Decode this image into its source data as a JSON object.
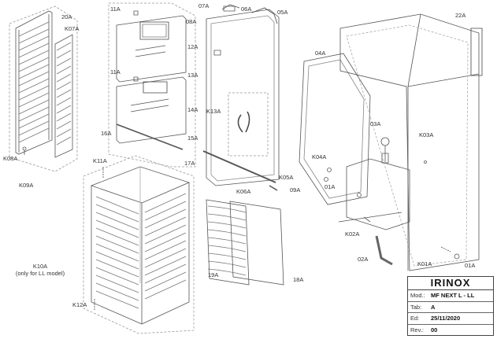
{
  "labels": [
    {
      "id": "20A",
      "text": "20A"
    },
    {
      "id": "K07A",
      "text": "K07A"
    },
    {
      "id": "K08A",
      "text": "K08A"
    },
    {
      "id": "K09A",
      "text": "K09A"
    },
    {
      "id": "11A_top",
      "text": "11A"
    },
    {
      "id": "08A",
      "text": "08A"
    },
    {
      "id": "12A",
      "text": "12A"
    },
    {
      "id": "13A",
      "text": "13A"
    },
    {
      "id": "11A_bot",
      "text": "11A"
    },
    {
      "id": "14A",
      "text": "14A"
    },
    {
      "id": "15A",
      "text": "15A"
    },
    {
      "id": "16A",
      "text": "16A"
    },
    {
      "id": "17A",
      "text": "17A"
    },
    {
      "id": "07A",
      "text": "07A"
    },
    {
      "id": "06A",
      "text": "06A"
    },
    {
      "id": "05A",
      "text": "05A"
    },
    {
      "id": "K13A",
      "text": "K13A"
    },
    {
      "id": "K05A",
      "text": "K05A"
    },
    {
      "id": "K06A",
      "text": "K06A"
    },
    {
      "id": "09A",
      "text": "09A"
    },
    {
      "id": "04A",
      "text": "04A"
    },
    {
      "id": "K04A",
      "text": "K04A"
    },
    {
      "id": "01A_left",
      "text": "01A"
    },
    {
      "id": "03A",
      "text": "03A"
    },
    {
      "id": "K03A",
      "text": "K03A"
    },
    {
      "id": "K02A",
      "text": "K02A"
    },
    {
      "id": "02A",
      "text": "02A"
    },
    {
      "id": "K01A",
      "text": "K01A"
    },
    {
      "id": "01A_right",
      "text": "01A"
    },
    {
      "id": "22A",
      "text": "22A"
    },
    {
      "id": "K11A",
      "text": "K11A"
    },
    {
      "id": "K12A",
      "text": "K12A"
    },
    {
      "id": "19A",
      "text": "19A"
    },
    {
      "id": "18A",
      "text": "18A"
    }
  ],
  "note_k10a": {
    "line1": "K10A",
    "line2": "(only for LL model)"
  },
  "title_block": {
    "brand": "IRINOX",
    "rows": [
      {
        "key": "Mod.:",
        "value": "MF NEXT L - LL"
      },
      {
        "key": "Tab:",
        "value": "A"
      },
      {
        "key": "Ed:",
        "value": "25/11/2020"
      },
      {
        "key": "Rev.:",
        "value": "00"
      }
    ]
  },
  "colors": {
    "line": "#555555",
    "dashed": "#888888",
    "panel": "#e6e6e6",
    "text": "#333333"
  }
}
